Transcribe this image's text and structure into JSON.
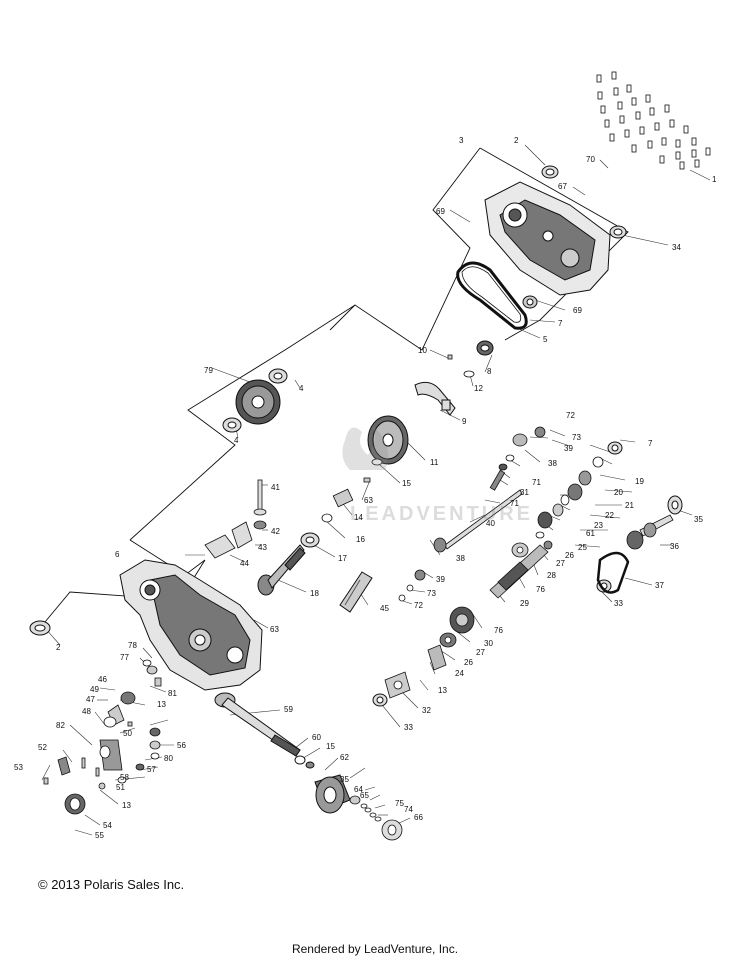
{
  "copyright": "© 2013 Polaris Sales Inc.",
  "rendered_by": "Rendered by LeadVenture, Inc.",
  "watermark": "LEADVENTURE",
  "callouts": [
    "1",
    "2",
    "3",
    "4",
    "5",
    "6",
    "7",
    "8",
    "9",
    "10",
    "11",
    "12",
    "13",
    "14",
    "15",
    "16",
    "17",
    "18",
    "19",
    "20",
    "21",
    "22",
    "23",
    "24",
    "25",
    "26",
    "27",
    "28",
    "29",
    "30",
    "31",
    "32",
    "33",
    "34",
    "35",
    "36",
    "37",
    "38",
    "39",
    "40",
    "41",
    "42",
    "43",
    "44",
    "45",
    "46",
    "47",
    "48",
    "49",
    "50",
    "51",
    "52",
    "53",
    "54",
    "55",
    "56",
    "57",
    "58",
    "59",
    "60",
    "61",
    "62",
    "63",
    "64",
    "65",
    "66",
    "67",
    "69",
    "70",
    "71",
    "72",
    "73",
    "74",
    "75",
    "76",
    "77",
    "78",
    "79",
    "80",
    "81",
    "82"
  ]
}
